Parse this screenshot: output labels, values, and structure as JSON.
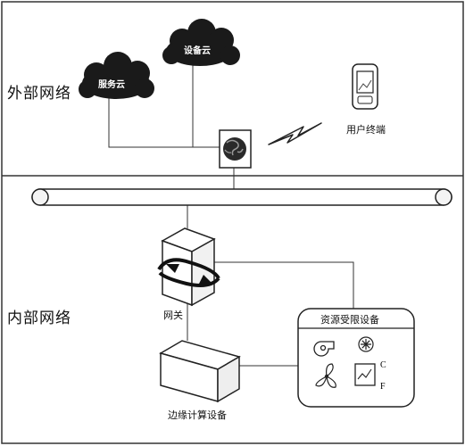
{
  "regions": {
    "external": "外部网络",
    "internal": "内部网络"
  },
  "nodes": {
    "service_cloud": "服务云",
    "device_cloud": "设备云",
    "user_terminal": "用户终端",
    "gateway": "网关",
    "resource_limited": "资源受限设备",
    "edge_compute": "边缘计算设备"
  },
  "device_panel": {
    "letter_c": "C",
    "letter_f": "F"
  }
}
